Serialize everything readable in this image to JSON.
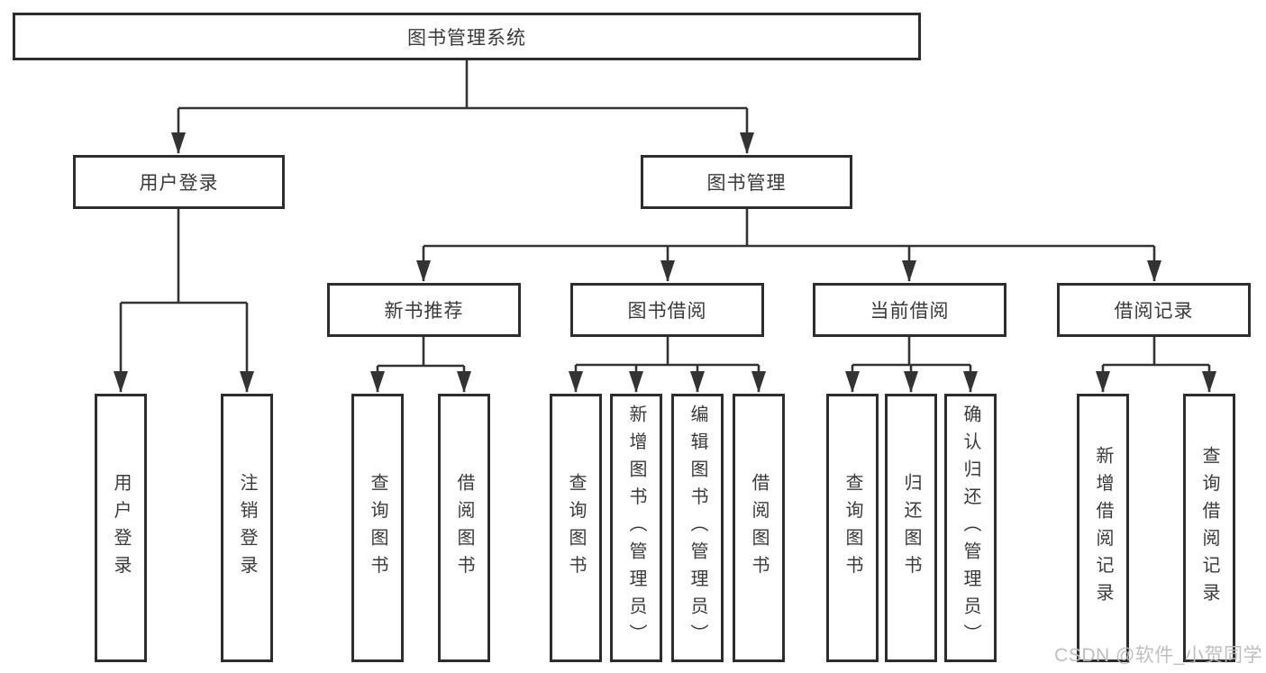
{
  "tree": {
    "root": "图书管理系统",
    "level2": [
      "用户登录",
      "图书管理"
    ],
    "level3": [
      "新书推荐",
      "图书借阅",
      "当前借阅",
      "借阅记录"
    ],
    "leaves": {
      "user": [
        "用户登录",
        "注销登录"
      ],
      "recommend": [
        "查询图书",
        "借阅图书"
      ],
      "borrow": [
        "查询图书",
        "新增图书（管理员）",
        "编辑图书（管理员）",
        "借阅图书"
      ],
      "current": [
        "查询图书",
        "归还图书",
        "确认归还（管理员）"
      ],
      "records": [
        "新增借阅记录",
        "查询借阅记录"
      ]
    }
  },
  "watermark": "CSDN @软件_小贺同学",
  "colors": {
    "line": "#333333",
    "border": "#2d2d2d",
    "text": "#3a3a3a",
    "watermark": "#bababa",
    "background": "#ffffff"
  }
}
